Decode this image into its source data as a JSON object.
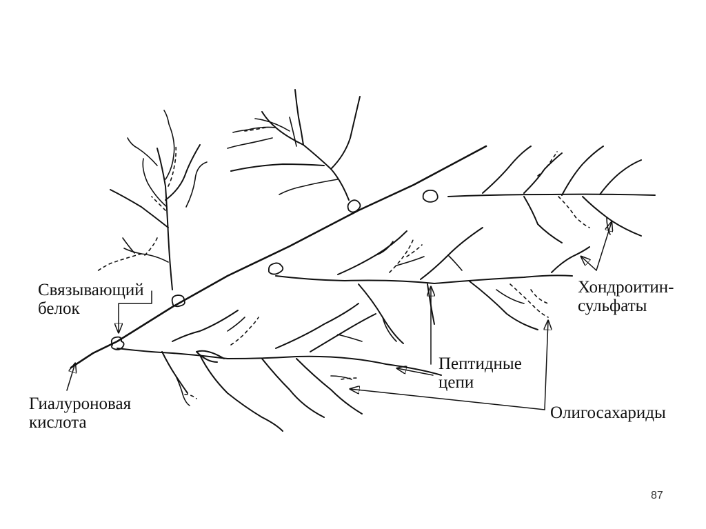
{
  "labels": {
    "binding_protein": [
      "Связывающий",
      "белок"
    ],
    "hyaluronic_acid": [
      "Гиалуроновая",
      "кислота"
    ],
    "chondroitin_sulfates": [
      "Хондроитин-",
      "сульфаты"
    ],
    "peptide_chains": [
      "Пептидные",
      "цепи"
    ],
    "oligosaccharides": [
      "Олигосахариды"
    ]
  },
  "page_number": "87",
  "colors": {
    "ink": "#111111",
    "background": "#ffffff"
  }
}
